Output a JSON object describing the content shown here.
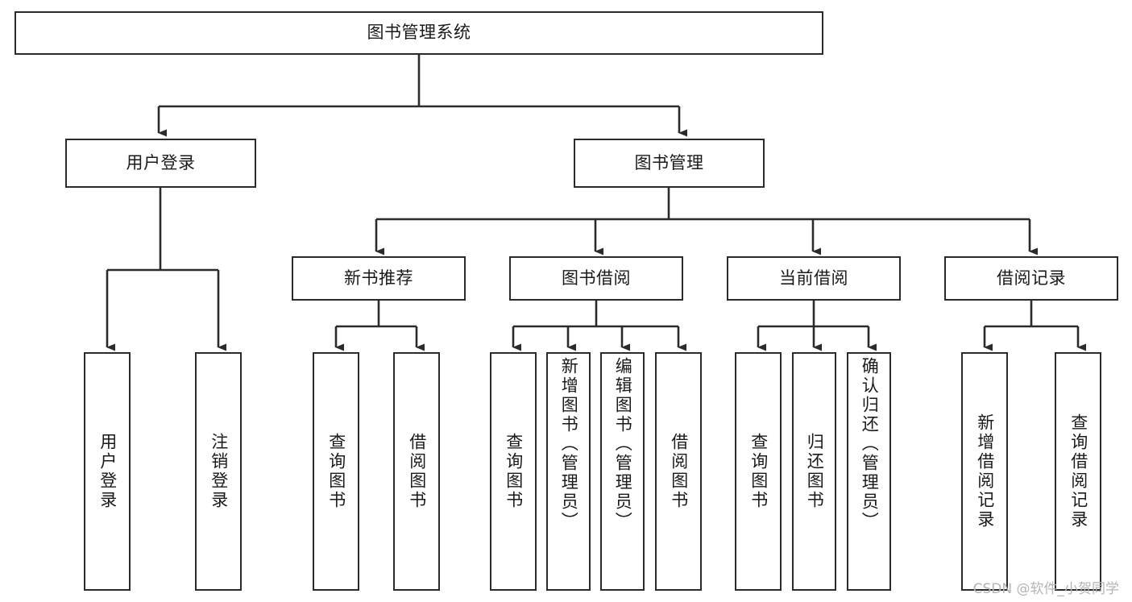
{
  "diagram": {
    "title": "图书管理系统",
    "type": "tree-hierarchy",
    "orientation": "top-down",
    "colors": {
      "box_border": "#2b2b2b",
      "box_fill": "#ffffff",
      "edge": "#2b2b2b",
      "background": "#ffffff",
      "watermark": "#b4b4b4"
    }
  },
  "watermark": {
    "text": "CSDN @软件_小贺同学"
  },
  "nodes": {
    "root": {
      "label": "图书管理系统"
    },
    "level2": [
      {
        "label": "用户登录"
      },
      {
        "label": "图书管理"
      }
    ],
    "level3": [
      {
        "label": "新书推荐"
      },
      {
        "label": "图书借阅"
      },
      {
        "label": "当前借阅"
      },
      {
        "label": "借阅记录"
      }
    ],
    "leaves": {
      "user_login": [
        {
          "label": "用户登录"
        },
        {
          "label": "注销登录"
        }
      ],
      "new_book": [
        {
          "label": "查询图书"
        },
        {
          "label": "借阅图书"
        }
      ],
      "book_borrow": [
        {
          "label": "查询图书"
        },
        {
          "label": "新增图书（管理员）"
        },
        {
          "label": "编辑图书（管理员）"
        },
        {
          "label": "借阅图书"
        }
      ],
      "current_borrow": [
        {
          "label": "查询图书"
        },
        {
          "label": "归还图书"
        },
        {
          "label": "确认归还（管理员）"
        }
      ],
      "borrow_record": [
        {
          "label": "新增借阅记录"
        },
        {
          "label": "查询借阅记录"
        }
      ]
    }
  }
}
